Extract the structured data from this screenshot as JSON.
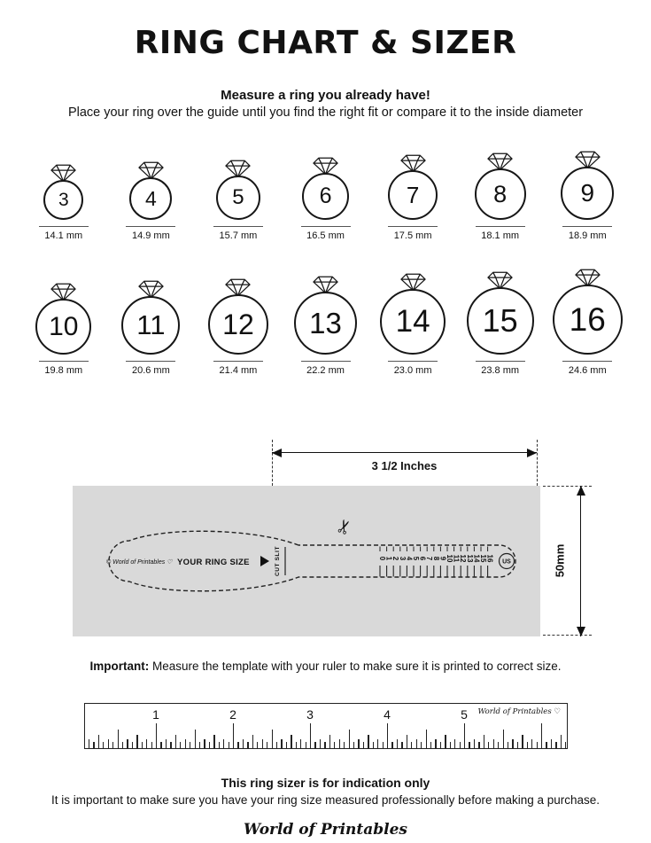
{
  "header": {
    "title": "RING CHART & SIZER",
    "measure_heading": "Measure a ring you already have!",
    "measure_sub": "Place your ring over the guide until you find the right fit or compare it to the inside diameter"
  },
  "ring_chart": {
    "rows": [
      [
        {
          "size": "3",
          "diameter": "14.1 mm",
          "mm": 14.1
        },
        {
          "size": "4",
          "diameter": "14.9 mm",
          "mm": 14.9
        },
        {
          "size": "5",
          "diameter": "15.7 mm",
          "mm": 15.7
        },
        {
          "size": "6",
          "diameter": "16.5 mm",
          "mm": 16.5
        },
        {
          "size": "7",
          "diameter": "17.5 mm",
          "mm": 17.5
        },
        {
          "size": "8",
          "diameter": "18.1 mm",
          "mm": 18.1
        },
        {
          "size": "9",
          "diameter": "18.9 mm",
          "mm": 18.9
        }
      ],
      [
        {
          "size": "10",
          "diameter": "19.8 mm",
          "mm": 19.8
        },
        {
          "size": "11",
          "diameter": "20.6 mm",
          "mm": 20.6
        },
        {
          "size": "12",
          "diameter": "21.4 mm",
          "mm": 21.4
        },
        {
          "size": "13",
          "diameter": "22.2 mm",
          "mm": 22.2
        },
        {
          "size": "14",
          "diameter": "23.0 mm",
          "mm": 23.0
        },
        {
          "size": "15",
          "diameter": "23.8 mm",
          "mm": 23.8
        },
        {
          "size": "16",
          "diameter": "24.6 mm",
          "mm": 24.6
        }
      ]
    ]
  },
  "sizer": {
    "width_label": "3 1/2 Inches",
    "height_label": "50mm",
    "brand": "© World of Printables ♡",
    "ring_size_label": "YOUR RING SIZE",
    "cut_slit": "CUT SLIT",
    "scale": [
      "0",
      "1",
      "2",
      "3",
      "4",
      "5",
      "6",
      "7",
      "8",
      "9",
      "10",
      "11",
      "12",
      "13",
      "14",
      "15",
      "16"
    ],
    "unit": "US"
  },
  "icons": {
    "scissors": "✂"
  },
  "important": {
    "label": "Important:",
    "text": " Measure the template with your ruler to make sure it is printed to correct size."
  },
  "ruler": {
    "numbers": [
      "1",
      "2",
      "3",
      "4",
      "5"
    ],
    "brand": "World of Printables ♡"
  },
  "footer": {
    "heading": "This ring sizer is for indication only",
    "text": "It is important to make sure you have your ring size measured professionally before making a purchase.",
    "logo": "World of Printables"
  }
}
